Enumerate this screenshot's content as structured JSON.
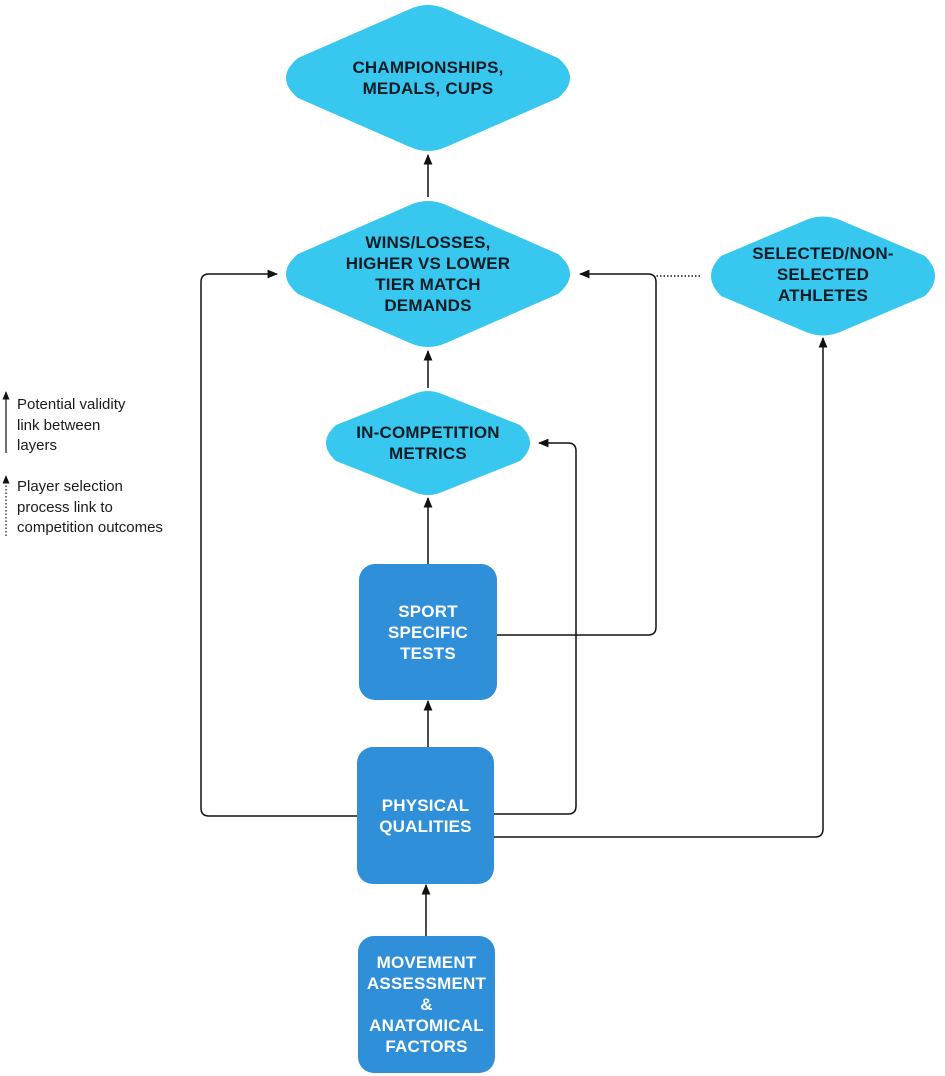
{
  "nodes": {
    "championships": {
      "lines": [
        "CHAMPIONSHIPS,",
        "MEDALS, CUPS"
      ],
      "color": "#38c7ef"
    },
    "wins_losses": {
      "lines": [
        "WINS/LOSSES,",
        "HIGHER VS LOWER",
        "TIER MATCH",
        "DEMANDS"
      ],
      "color": "#38c7ef"
    },
    "selected": {
      "lines": [
        "SELECTED/NON-",
        "SELECTED",
        "ATHLETES"
      ],
      "color": "#38c7ef"
    },
    "in_competition": {
      "lines": [
        "IN-COMPETITION",
        "METRICS"
      ],
      "color": "#38c7ef"
    },
    "sport_specific": {
      "lines": [
        "SPORT",
        "SPECIFIC",
        "TESTS"
      ],
      "color": "#2f8fd8"
    },
    "physical": {
      "lines": [
        "PHYSICAL",
        "QUALITIES"
      ],
      "color": "#2f8fd8"
    },
    "movement": {
      "lines": [
        "MOVEMENT",
        "ASSESSMENT",
        "&",
        "ANATOMICAL",
        "FACTORS"
      ],
      "color": "#2f8fd8"
    }
  },
  "legend": {
    "validity": {
      "lines": [
        "Potential validity",
        "link between",
        "layers"
      ],
      "style": "solid"
    },
    "selection": {
      "lines": [
        "Player selection",
        "process link to",
        "competition outcomes"
      ],
      "style": "dotted"
    }
  },
  "colors": {
    "diamond": "#38c7ef",
    "box": "#2f8fd8",
    "line": "#111111"
  }
}
